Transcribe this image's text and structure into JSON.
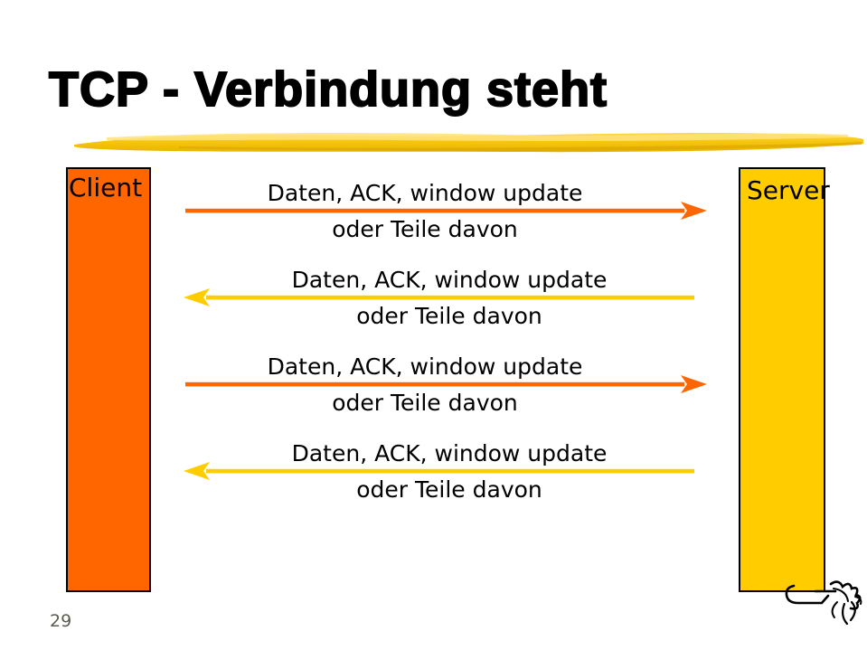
{
  "slide": {
    "title": "TCP - Verbindung steht",
    "page_number": "29"
  },
  "nodes": {
    "client": {
      "label": "Client",
      "fill": "#FF6600"
    },
    "server": {
      "label": "Server",
      "fill": "#FFCC00"
    }
  },
  "messages": [
    {
      "line1": "Daten, ACK, window update",
      "line2": "oder Teile davon",
      "direction": "client-to-server",
      "arrow_color": "#FF6600"
    },
    {
      "line1": "Daten, ACK, window update",
      "line2": "oder Teile davon",
      "direction": "server-to-client",
      "arrow_color": "#FFCC00"
    },
    {
      "line1": "Daten, ACK, window update",
      "line2": "oder Teile davon",
      "direction": "client-to-server",
      "arrow_color": "#FF6600"
    },
    {
      "line1": "Daten, ACK, window update",
      "line2": "oder Teile davon",
      "direction": "server-to-client",
      "arrow_color": "#FFCC00"
    }
  ],
  "decorations": {
    "underline_brush_color": "#F2C200",
    "signature_color": "#000000"
  }
}
